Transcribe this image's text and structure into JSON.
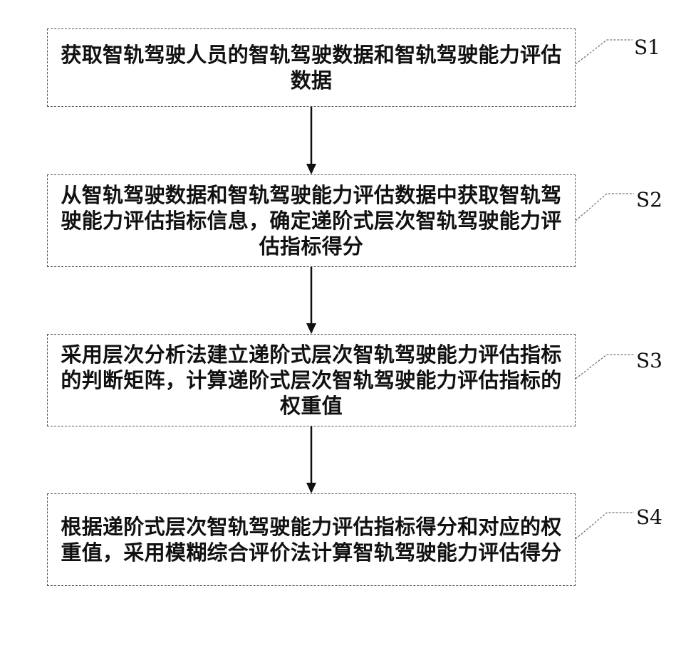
{
  "steps": [
    {
      "id": "S1",
      "text": "获取智轨驾驶人员的智轨驾驶数据和智轨驾驶能力评估数据"
    },
    {
      "id": "S2",
      "text": "从智轨驾驶数据和智轨驾驶能力评估数据中获取智轨驾驶能力评估指标信息，确定递阶式层次智轨驾驶能力评估指标得分"
    },
    {
      "id": "S3",
      "text": "采用层次分析法建立递阶式层次智轨驾驶能力评估指标的判断矩阵，计算递阶式层次智轨驾驶能力评估指标的权重值"
    },
    {
      "id": "S4",
      "text": "根据递阶式层次智轨驾驶能力评估指标得分和对应的权重值，采用模糊综合评价法计算智轨驾驶能力评估得分"
    }
  ],
  "colors": {
    "line": "#111111",
    "box_border": "#555555",
    "background": "#ffffff"
  }
}
